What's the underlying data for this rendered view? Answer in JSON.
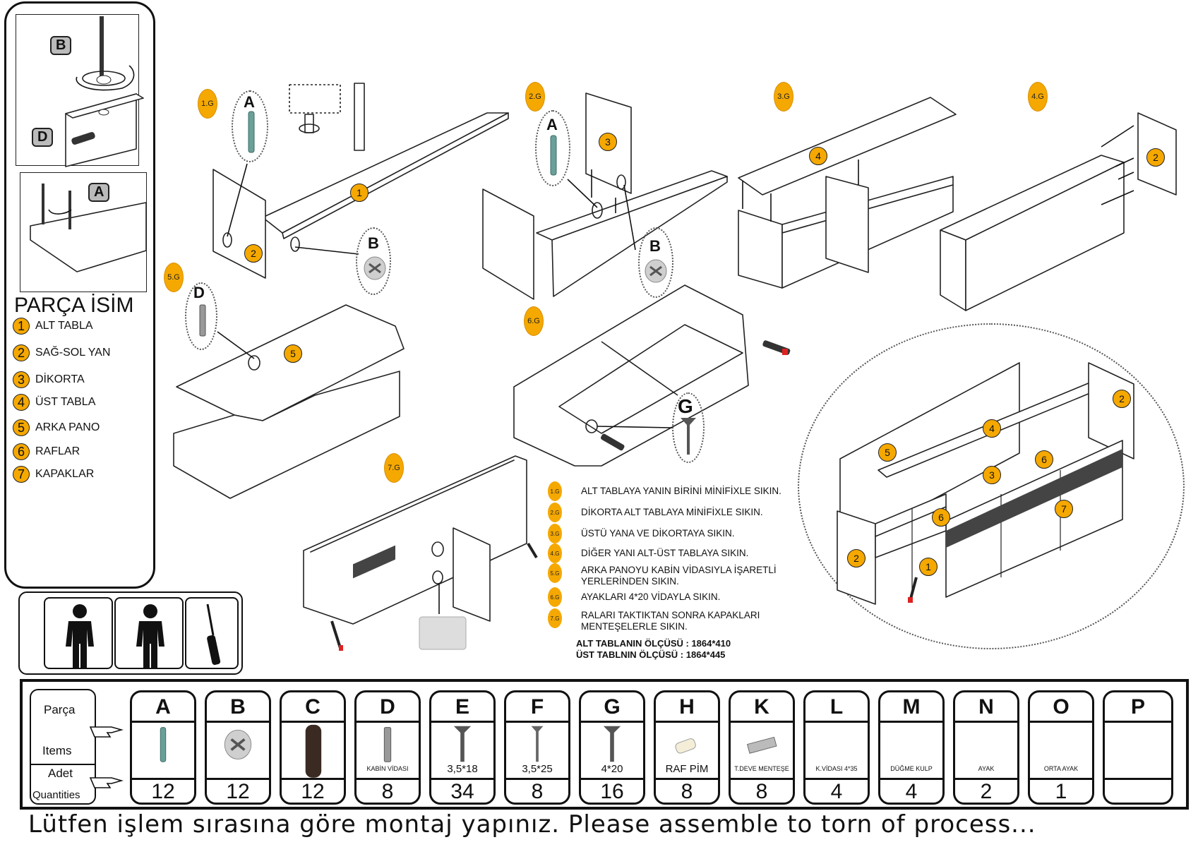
{
  "parts_list": {
    "title": "PARÇA İSİM",
    "items": [
      {
        "num": "1",
        "name": "ALT TABLA"
      },
      {
        "num": "2",
        "name": "SAĞ-SOL YAN"
      },
      {
        "num": "3",
        "name": "DİKORTA"
      },
      {
        "num": "4",
        "name": "ÜST TABLA"
      },
      {
        "num": "5",
        "name": "ARKA PANO"
      },
      {
        "num": "6",
        "name": "RAFLAR"
      },
      {
        "num": "7",
        "name": "KAPAKLAR"
      }
    ]
  },
  "detail_labels": {
    "b": "B",
    "d": "D",
    "a": "A"
  },
  "steps": {
    "s1": "1.G",
    "s2": "2.G",
    "s3": "3.G",
    "s4": "4.G",
    "s5": "5.G",
    "s6": "6.G",
    "s7": "7.G"
  },
  "callouts": {
    "A": "A",
    "B": "B",
    "D": "D",
    "G": "G"
  },
  "part_badges": {
    "one": "1",
    "two": "2",
    "three": "3",
    "four": "4",
    "five": "5",
    "six": "6",
    "seven": "7"
  },
  "instructions": [
    {
      "step": "1.G",
      "text": "ALT TABLAYA YANIN BİRİNİ MİNİFİXLE SIKIN."
    },
    {
      "step": "2.G",
      "text": "DİKORTA ALT TABLAYA MİNİFİXLE SIKIN."
    },
    {
      "step": "3.G",
      "text": "ÜSTÜ YANA VE DİKORTAYA SIKIN."
    },
    {
      "step": "4.G",
      "text": "DİĞER YANI ALT-ÜST TABLAYA SIKIN."
    },
    {
      "step": "5.G",
      "text": "ARKA PANOYU KABİN VİDASIYLA İŞARETLİ\nYERLERİNDEN SIKIN."
    },
    {
      "step": "6.G",
      "text": "AYAKLARI 4*20 VİDAYLA SIKIN."
    },
    {
      "step": "7.G",
      "text": "RALARI TAKTIKTAN SONRA KAPAKLARI\nMENTEŞELERLE SIKIN."
    }
  ],
  "dimensions": {
    "alt": "ALT TABLANIN ÖLÇÜSÜ : 1864*410",
    "ust": "ÜST TABLNIN ÖLÇÜSÜ : 1864*445"
  },
  "hardware": {
    "header_parca": "Parça",
    "header_items": "Items",
    "header_adet": "Adet",
    "header_quantities": "Quantities",
    "items": [
      {
        "code": "A",
        "label": "",
        "qty": "12",
        "icon": "dowel-icon"
      },
      {
        "code": "B",
        "label": "",
        "qty": "12",
        "icon": "minifix-cam-icon"
      },
      {
        "code": "C",
        "label": "",
        "qty": "12",
        "icon": "pin-icon"
      },
      {
        "code": "D",
        "label": "KABİN VİDASI",
        "qty": "8",
        "icon": "cabinet-screw-icon"
      },
      {
        "code": "E",
        "label": "3,5*18",
        "qty": "34",
        "icon": "screw-icon"
      },
      {
        "code": "F",
        "label": "3,5*25",
        "qty": "8",
        "icon": "screw-icon"
      },
      {
        "code": "G",
        "label": "4*20",
        "qty": "16",
        "icon": "screw-icon"
      },
      {
        "code": "H",
        "label": "RAF PİM",
        "qty": "8",
        "icon": "shelf-pin-icon"
      },
      {
        "code": "K",
        "label": "T.DEVE MENTEŞE",
        "qty": "8",
        "icon": "hinge-icon"
      },
      {
        "code": "L",
        "label": "K.VİDASI 4*35",
        "qty": "4",
        "icon": ""
      },
      {
        "code": "M",
        "label": "DÜĞME KULP",
        "qty": "4",
        "icon": ""
      },
      {
        "code": "N",
        "label": "AYAK",
        "qty": "2",
        "icon": ""
      },
      {
        "code": "O",
        "label": "ORTA AYAK",
        "qty": "1",
        "icon": ""
      },
      {
        "code": "P",
        "label": "",
        "qty": "",
        "icon": ""
      }
    ]
  },
  "footer": "Lütfen işlem sırasına göre montaj yapınız.   Please assemble to torn of process..."
}
